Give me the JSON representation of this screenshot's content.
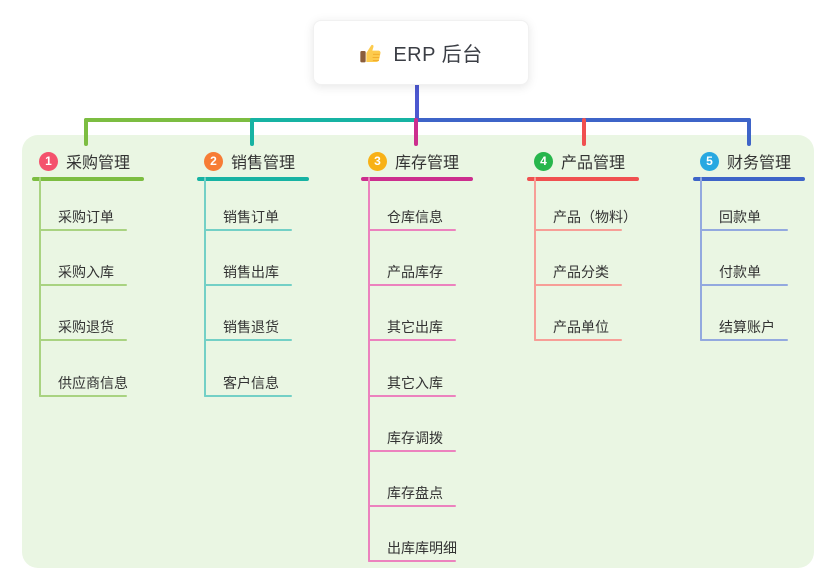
{
  "root": {
    "label": "ERP 后台",
    "icon": "thumbs-up-icon",
    "connector_color": "#4c58d0"
  },
  "panel": {
    "background": "#eaf6e3"
  },
  "branches": [
    {
      "number": "1",
      "title": "采购管理",
      "badge_color": "#f4516c",
      "line_color": "#7cbd41",
      "light_color": "#a9d381",
      "children": [
        "采购订单",
        "采购入库",
        "采购退货",
        "供应商信息"
      ]
    },
    {
      "number": "2",
      "title": "销售管理",
      "badge_color": "#f77c35",
      "line_color": "#17b3a3",
      "light_color": "#73d0c6",
      "children": [
        "销售订单",
        "销售出库",
        "销售退货",
        "客户信息"
      ]
    },
    {
      "number": "3",
      "title": "库存管理",
      "badge_color": "#f8b116",
      "line_color": "#cc2e8e",
      "light_color": "#ec82be",
      "children": [
        "仓库信息",
        "产品库存",
        "其它出库",
        "其它入库",
        "库存调拨",
        "库存盘点",
        "出库库明细"
      ]
    },
    {
      "number": "4",
      "title": "产品管理",
      "badge_color": "#27b64c",
      "line_color": "#f05050",
      "light_color": "#f79e97",
      "children": [
        "产品（物料）",
        "产品分类",
        "产品单位"
      ]
    },
    {
      "number": "5",
      "title": "财务管理",
      "badge_color": "#28a8e1",
      "line_color": "#3e64c8",
      "light_color": "#93a9df",
      "children": [
        "回款单",
        "付款单",
        "结算账户"
      ]
    }
  ]
}
